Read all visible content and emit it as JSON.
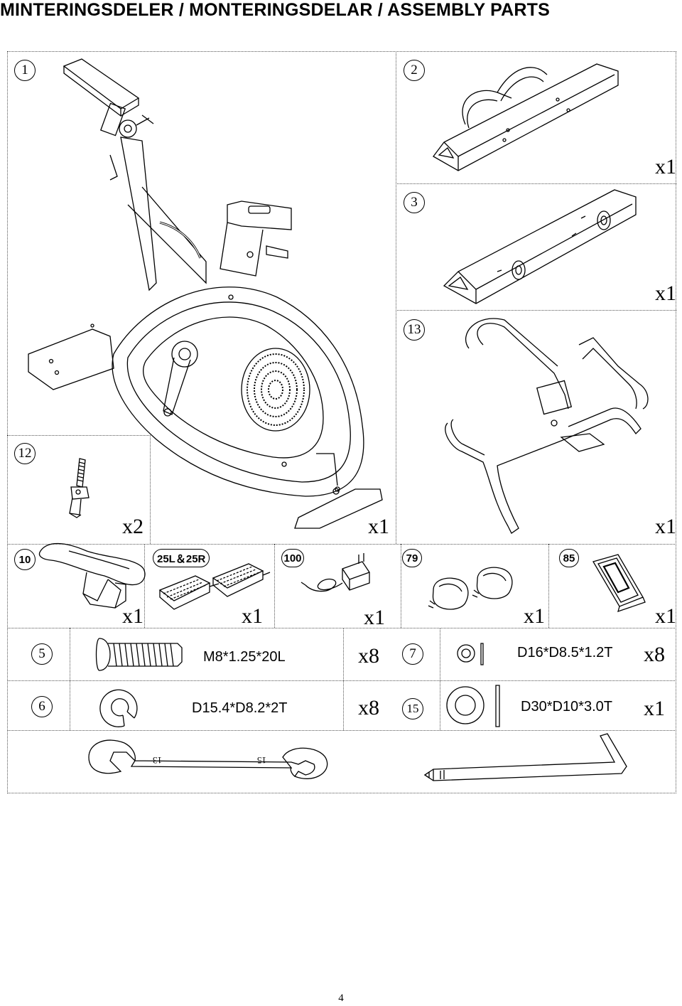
{
  "page": {
    "title": "MINTERINGSDELER / MONTERINGSDELAR / ASSEMBLY PARTS",
    "page_number": "4"
  },
  "parts": {
    "p1": {
      "num": "1",
      "qty": "x1"
    },
    "p2": {
      "num": "2",
      "qty": "x1"
    },
    "p3": {
      "num": "3",
      "qty": "x1"
    },
    "p13": {
      "num": "13",
      "qty": "x1"
    },
    "p12": {
      "num": "12",
      "qty": "x2"
    },
    "p10": {
      "num": "10",
      "qty": "x1"
    },
    "p25": {
      "num": "25L＆25R",
      "qty": "x1"
    },
    "p100": {
      "num": "100",
      "qty": "x1"
    },
    "p79": {
      "num": "79",
      "qty": "x1"
    },
    "p85": {
      "num": "85",
      "qty": "x1"
    }
  },
  "hardware": [
    {
      "num": "5",
      "spec": "M8*1.25*20L",
      "qty": "x8"
    },
    {
      "num": "7",
      "spec": "D16*D8.5*1.2T",
      "qty": "x8"
    },
    {
      "num": "6",
      "spec": "D15.4*D8.2*2T",
      "qty": "x8"
    },
    {
      "num": "15",
      "spec": "D30*D10*3.0T",
      "qty": "x1"
    }
  ],
  "tools": {
    "wrench_size_a": "13",
    "wrench_size_b": "15"
  }
}
